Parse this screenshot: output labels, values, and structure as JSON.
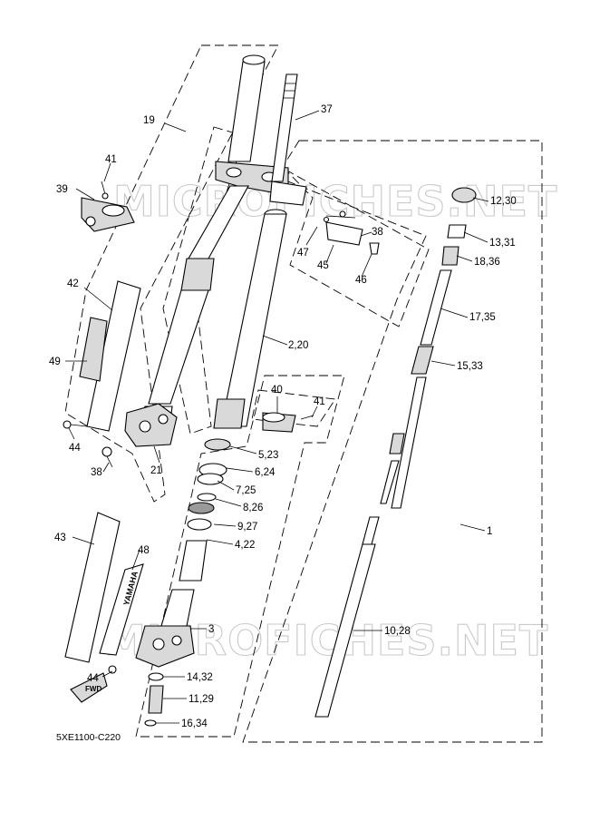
{
  "diagram": {
    "drawing_code": "5XE1100-C220",
    "watermarks": [
      "MICROFICHES.NET",
      "MICROFICHES.NET"
    ],
    "fwd_badge": "FWD",
    "brand_decal": "YAMAHA",
    "callouts": [
      {
        "id": "c19",
        "text": "19"
      },
      {
        "id": "c37",
        "text": "37"
      },
      {
        "id": "c41a",
        "text": "41"
      },
      {
        "id": "c39",
        "text": "39"
      },
      {
        "id": "c12",
        "text": "12,30"
      },
      {
        "id": "c38a",
        "text": "38"
      },
      {
        "id": "c47",
        "text": "47"
      },
      {
        "id": "c45",
        "text": "45"
      },
      {
        "id": "c46",
        "text": "46"
      },
      {
        "id": "c13",
        "text": "13,31"
      },
      {
        "id": "c18",
        "text": "18,36"
      },
      {
        "id": "c42",
        "text": "42"
      },
      {
        "id": "c17",
        "text": "17,35"
      },
      {
        "id": "c2",
        "text": "2,20"
      },
      {
        "id": "c49",
        "text": "49"
      },
      {
        "id": "c15",
        "text": "15,33"
      },
      {
        "id": "c40",
        "text": "40"
      },
      {
        "id": "c41b",
        "text": "41"
      },
      {
        "id": "c44a",
        "text": "44"
      },
      {
        "id": "c5",
        "text": "5,23"
      },
      {
        "id": "c38b",
        "text": "38"
      },
      {
        "id": "c21",
        "text": "21"
      },
      {
        "id": "c6",
        "text": "6,24"
      },
      {
        "id": "c7",
        "text": "7,25"
      },
      {
        "id": "c8",
        "text": "8,26"
      },
      {
        "id": "c9",
        "text": "9,27"
      },
      {
        "id": "c1",
        "text": "1"
      },
      {
        "id": "c43",
        "text": "43"
      },
      {
        "id": "c4",
        "text": "4,22"
      },
      {
        "id": "c48",
        "text": "48"
      },
      {
        "id": "c3",
        "text": "3"
      },
      {
        "id": "c10",
        "text": "10,28"
      },
      {
        "id": "c44b",
        "text": "44"
      },
      {
        "id": "c14",
        "text": "14,32"
      },
      {
        "id": "c11",
        "text": "11,29"
      },
      {
        "id": "c16",
        "text": "16,34"
      }
    ]
  }
}
